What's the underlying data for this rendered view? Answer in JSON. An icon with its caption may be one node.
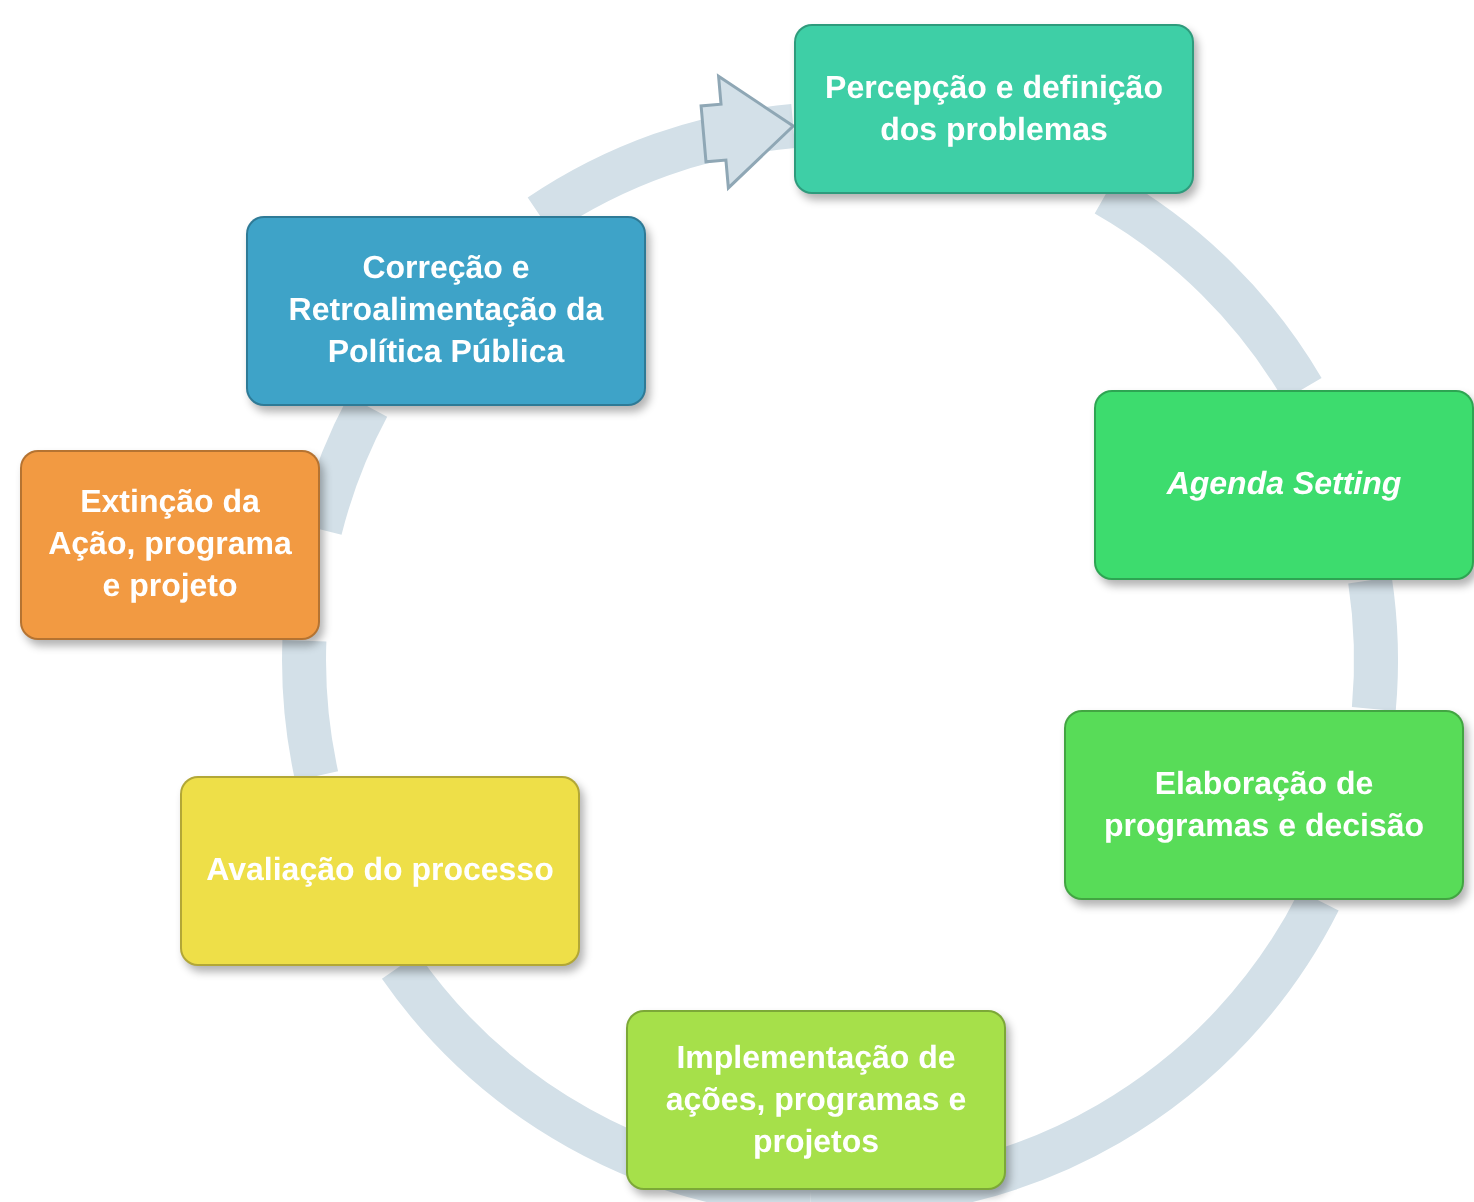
{
  "diagram": {
    "nodes": [
      {
        "text": [
          "Percepção e definição dos problemas"
        ]
      },
      {
        "text": [
          "Agenda Setting"
        ]
      },
      {
        "text": [
          "Elaboração de programas e decisão"
        ]
      },
      {
        "text": [
          "Implementação de ações, programas e projetos"
        ]
      },
      {
        "text": [
          "Avaliação do processo"
        ]
      },
      {
        "text": [
          "Extinção da Ação, programa e projeto"
        ]
      },
      {
        "text": [
          "Correção e Retroalimentação da Política Pública"
        ]
      }
    ],
    "edges": [
      {
        "from": 0,
        "to": 1,
        "arrow": "none"
      },
      {
        "from": 1,
        "to": 2,
        "arrow": "none"
      },
      {
        "from": 2,
        "to": 3,
        "arrow": "none"
      },
      {
        "from": 3,
        "to": 4,
        "arrow": "none"
      },
      {
        "from": 4,
        "to": 5,
        "arrow": "none"
      },
      {
        "from": 5,
        "to": 6,
        "arrow": "none"
      },
      {
        "from": 6,
        "to": 0,
        "arrow": "to"
      }
    ]
  }
}
